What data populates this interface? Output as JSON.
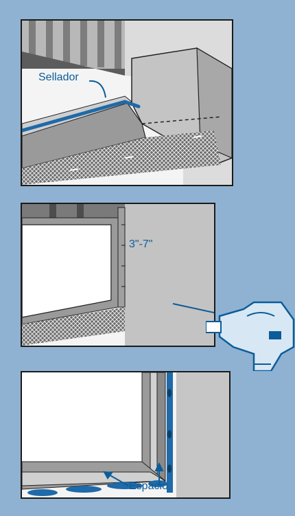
{
  "labels": {
    "sealant": "Sellador",
    "dimension": "3\"-7\"",
    "gap": "Espacio"
  },
  "icons": [
    "drill-icon"
  ],
  "colors": {
    "background": "#8fb2d2",
    "accent": "#0c5c99",
    "sealant_bead": "#1f6aa8",
    "wall": "#c7c7c7",
    "wall_dark": "#a9a9a9",
    "mesh": "#3a3a3a"
  }
}
